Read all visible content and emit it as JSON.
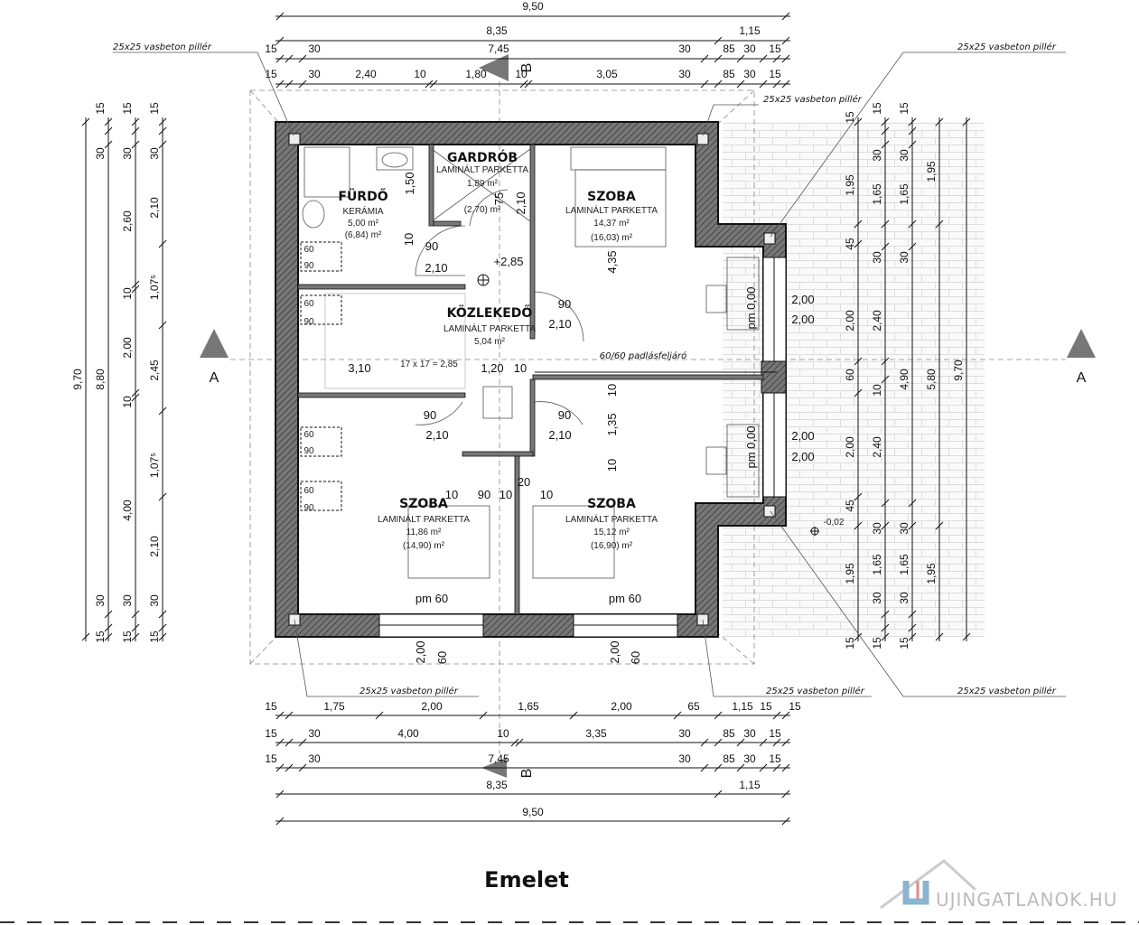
{
  "title": "Emelet",
  "logo": "UJINGATLANOK.HU",
  "colors": {
    "wall": "#5a5a5a",
    "line": "#111111",
    "tile": "#dddddd"
  },
  "dimensions": {
    "top_row1": [
      "9,50"
    ],
    "top_row2": [
      "8,35",
      "1,15"
    ],
    "top_row3": [
      "15",
      "30",
      "7,45",
      "30",
      "85",
      "30",
      "15"
    ],
    "top_row4": [
      "15",
      "30",
      "2,40",
      "10",
      "1,80",
      "10",
      "3,05",
      "30",
      "85",
      "30",
      "15"
    ],
    "bottom_row1": [
      "15",
      "1,75",
      "2,00",
      "1,65",
      "2,00",
      "65",
      "1,15",
      "15",
      "15"
    ],
    "bottom_row2": [
      "15",
      "30",
      "4,00",
      "10",
      "3,35",
      "30",
      "85",
      "30",
      "15"
    ],
    "bottom_row3": [
      "15",
      "30",
      "7,45",
      "30",
      "85",
      "30",
      "15"
    ],
    "bottom_row4": [
      "8,35",
      "1,15"
    ],
    "bottom_row5": [
      "9,50"
    ],
    "left_col1": [
      "9,70"
    ],
    "left_col2": [
      "15",
      "30",
      "8,80",
      "30",
      "15"
    ],
    "left_col3": [
      "15",
      "30",
      "2,60",
      "10",
      "2,00",
      "10",
      "4,00",
      "30",
      "15"
    ],
    "left_col4": [
      "15",
      "30",
      "2,10",
      "1,07⁵",
      "2,45",
      "1,07⁵",
      "2,10",
      "30",
      "15"
    ],
    "right_col1": [
      "15",
      "1,95",
      "45",
      "2,00",
      "60",
      "2,00",
      "45",
      "1,95",
      "15"
    ],
    "right_col2": [
      "15",
      "30",
      "1,65",
      "30",
      "2,40",
      "10",
      "2,40",
      "30",
      "1,65",
      "30",
      "15"
    ],
    "right_col3": [
      "15",
      "30",
      "1,65",
      "30",
      "4,90",
      "30",
      "1,65",
      "30",
      "15"
    ],
    "right_col4": [
      "1,95",
      "5,80",
      "1,95"
    ],
    "right_col5": [
      "9,70"
    ]
  },
  "rooms": [
    {
      "name": "FÜRDŐ",
      "floor": "KERÁMIA",
      "area": "5,00 m²",
      "gross": "(6,84) m²"
    },
    {
      "name": "GARDRÓB",
      "floor": "LAMINÁLT PARKETTA",
      "area": "1,89 m²",
      "gross": "(2,70) m²"
    },
    {
      "name": "SZOBA",
      "floor": "LAMINÁLT PARKETTA",
      "area": "14,37 m²",
      "gross": "(16,03) m²"
    },
    {
      "name": "KÖZLEKEDŐ",
      "floor": "LAMINÁLT PARKETTA",
      "area": "5,04 m²"
    },
    {
      "name": "SZOBA",
      "floor": "LAMINÁLT PARKETTA",
      "area": "11,86 m²",
      "gross": "(14,90) m²"
    },
    {
      "name": "SZOBA",
      "floor": "LAMINÁLT PARKETTA",
      "area": "15,12 m²",
      "gross": "(16,90) m²"
    }
  ],
  "inner_labels": {
    "h150": "1,50",
    "g75": "75",
    "g210": "2,10",
    "w10a": "10",
    "d90a": "90",
    "d210a": "2,10",
    "level": "+2,85",
    "h435": "4,35",
    "d90b": "90",
    "d210b": "2,10",
    "w310": "3,10",
    "w120": "1,20",
    "w10b": "10",
    "w10c": "10",
    "h135": "1,35",
    "w10d": "10",
    "d90c": "90",
    "d210c": "2,10",
    "d90d": "90",
    "d210d": "2,10",
    "w10e": "10",
    "w90": "90",
    "w10f": "10",
    "w10g": "10",
    "w20": "20",
    "pm_a": "pm 0,00",
    "pm_b": "pm 0,00",
    "win_a1": "2,00",
    "win_a2": "2,00",
    "win_b1": "2,00",
    "win_b2": "2,00",
    "pm60a": "pm 60",
    "pm60b": "pm 60",
    "bw1": "2,00",
    "bw1b": "60",
    "bw2": "2,00",
    "bw2b": "60",
    "terrace_level": "-0,02",
    "hatch": "60/60 padlásfeljáró",
    "win60a": "60",
    "win90a": "90",
    "win60b": "60",
    "win90b": "90",
    "win60c": "60",
    "win90c": "90",
    "win60d": "60",
    "win90d": "90",
    "stair": "17 x 17 = 2,85"
  },
  "annotations": {
    "pillar1": "25x25 vasbeton pillér",
    "pillar2": "25x25 vasbeton pillér",
    "pillar3": "25x25 vasbeton pillér",
    "pillar4": "25x25 vasbeton pillér",
    "pillar5": "25x25 vasbeton pillér",
    "pillar6": "25x25 vasbeton pillér"
  },
  "sections": {
    "a_left": "A",
    "a_right": "A",
    "b_top": "B",
    "b_bottom": "B"
  }
}
